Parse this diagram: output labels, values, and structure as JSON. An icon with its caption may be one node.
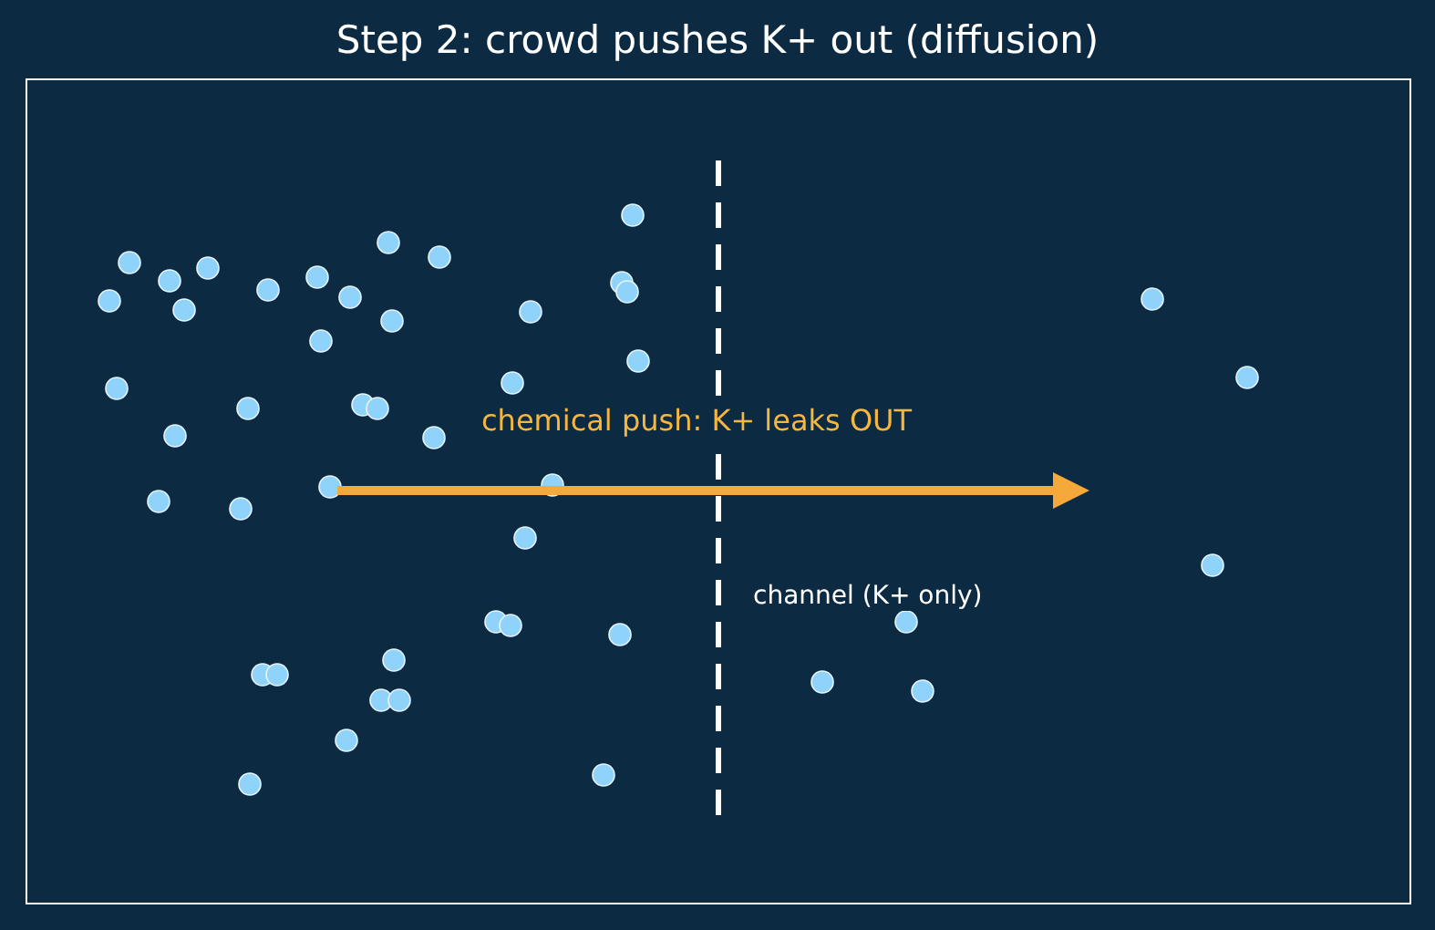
{
  "diagram": {
    "title": "Step 2: crowd pushes K+ out (diffusion)",
    "labels": [
      "chemical push: K+ leaks OUT",
      "channel (K+ only)"
    ]
  }
}
